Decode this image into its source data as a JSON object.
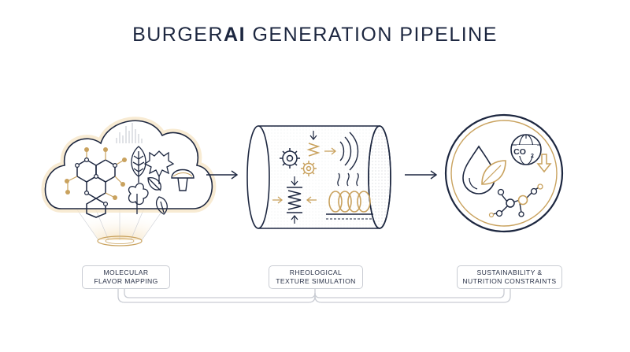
{
  "title": {
    "prefix": "BURGER",
    "bold": "AI",
    "suffix": " GENERATION PIPELINE"
  },
  "stages": [
    {
      "line1": "MOLECULAR",
      "line2": "FLAVOR MAPPING"
    },
    {
      "line1": "RHEOLOGICAL",
      "line2": "TEXTURE SIMULATION"
    },
    {
      "line1": "SUSTAINABILITY &",
      "line2": "NUTRITION CONSTRAINTS"
    }
  ],
  "co2_label": "CO",
  "co2_subscript": "2",
  "colors": {
    "navy": "#1d2740",
    "gold": "#c9a25e",
    "glow": "#f6e6c8",
    "border": "#c9ccd3"
  }
}
